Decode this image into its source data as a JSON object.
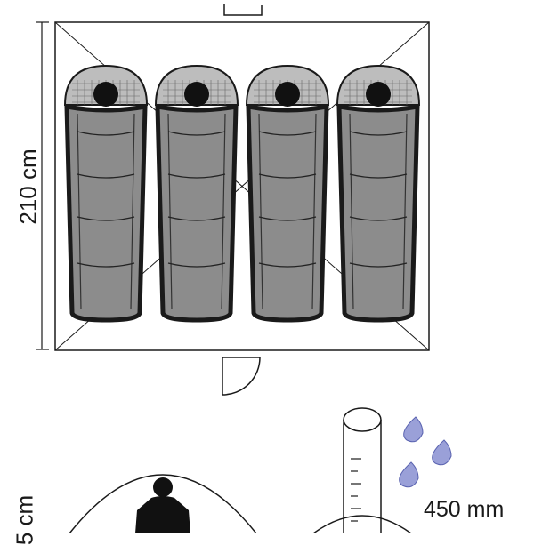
{
  "dimensions": {
    "depth_label": "210 cm",
    "height_label": "5 cm",
    "water_column_label": "450 mm"
  },
  "floor_plan": {
    "sleeping_bag_count": 4
  },
  "colors": {
    "outline": "#1a1a1a",
    "bag_fill": "#8c8c8c",
    "bag_hood": "#bdbdbd",
    "drop": "#9aa0d8",
    "drop_shade": "#5a63b0"
  }
}
